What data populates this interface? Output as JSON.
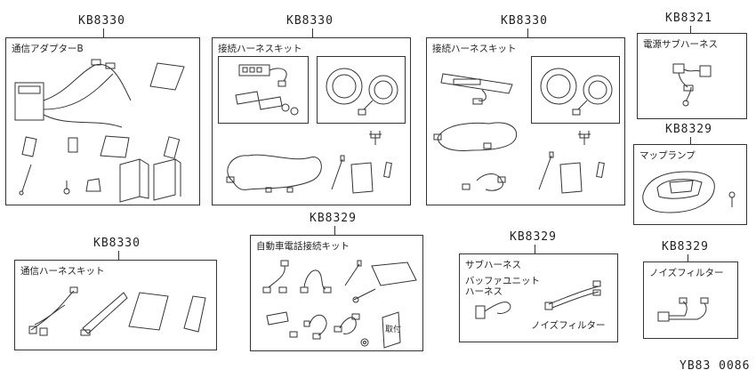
{
  "drawing_id": "YB83 0086",
  "groups": [
    {
      "code": "KB8330",
      "title": "通信アダプターB"
    },
    {
      "code": "KB8330",
      "title": "接続ハーネスキット"
    },
    {
      "code": "KB8330",
      "title": "接続ハーネスキット"
    },
    {
      "code": "KB8321",
      "title": "電源サブハーネス"
    },
    {
      "code": "KB8329",
      "title": "マップランプ"
    },
    {
      "code": "KB8330",
      "title": "通信ハーネスキット"
    },
    {
      "code": "KB8329",
      "title": "自動車電話接続キット"
    },
    {
      "code": "KB8329",
      "title": "サブハーネス"
    },
    {
      "code": "KB8329",
      "title": "ノイズフィルター"
    }
  ],
  "part_labels": {
    "buffer_unit_harness_line1": "バッファユニット",
    "buffer_unit_harness_line2": "ハーネス",
    "noise_filter": "ノイズフィルター",
    "install_manual": "取付"
  }
}
